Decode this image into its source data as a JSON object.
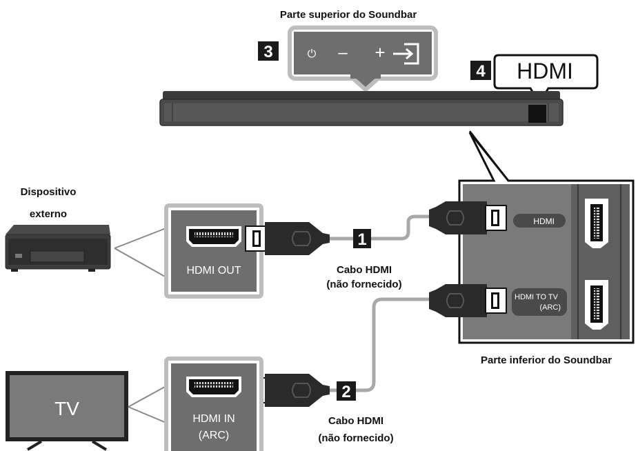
{
  "labels": {
    "top_title": "Parte superior do Soundbar",
    "bottom_title": "Parte inferior do Soundbar",
    "device_line1": "Dispositivo",
    "device_line2": "externo",
    "cable1_line1": "Cabo HDMI",
    "cable1_line2": "(não fornecido)",
    "cable2_line1": "Cabo HDMI",
    "cable2_line2": "(não fornecido)",
    "tv": "TV"
  },
  "badges": {
    "b1": "1",
    "b2": "2",
    "b3": "3",
    "b4": "4"
  },
  "callouts": {
    "hdmi_big": "HDMI"
  },
  "ports": {
    "hdmi_out": "HDMI OUT",
    "hdmi_in_line1": "HDMI IN",
    "hdmi_in_line2": "(ARC)",
    "soundbar_hdmi": "HDMI",
    "soundbar_hdmi_tv_line1": "HDMI TO TV",
    "soundbar_hdmi_tv_line2": "(ARC)"
  },
  "buttons": {
    "power": "⏻",
    "minus": "–",
    "plus": "+"
  },
  "colors": {
    "panel": "#6e6e6e",
    "panel_dark": "#585858",
    "badge": "#1a1a1a",
    "cable": "#2a2a2a",
    "cable_line": "#a8a8a8"
  }
}
